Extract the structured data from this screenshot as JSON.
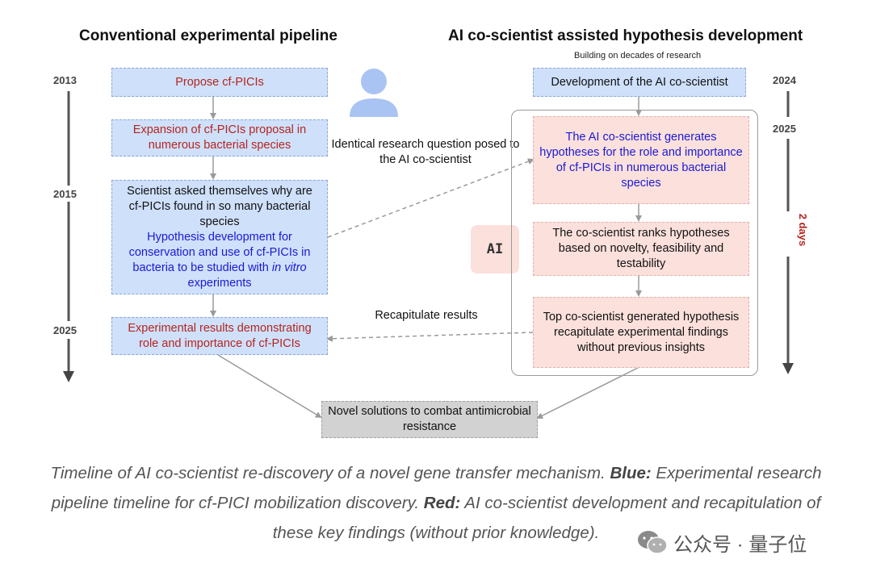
{
  "headings": {
    "left": "Conventional experimental pipeline",
    "right": "AI co-scientist assisted hypothesis development",
    "right_sub": "Building on decades of research"
  },
  "left_years": [
    "2013",
    "2015",
    "2025"
  ],
  "right_years": [
    "2024",
    "2025"
  ],
  "duration_label": "2 days",
  "left_boxes": {
    "propose": "Propose cf-PICIs",
    "expansion": "Expansion of cf-PICIs proposal in numerous bacterial species",
    "scientist_q": "Scientist asked themselves why are cf-PICIs found in so many bacterial species",
    "hypothesis_a": "Hypothesis development for conservation and use of cf-PICIs in bacteria to be studied with ",
    "hypothesis_em": "in vitro",
    "hypothesis_b": " experiments",
    "results": "Experimental results demonstrating role and importance of cf-PICIs"
  },
  "right_boxes": {
    "development": "Development of the AI co-scientist",
    "generates": "The AI co-scientist generates hypotheses for the role and importance of cf-PICIs in numerous bacterial species",
    "ranks": "The co-scientist ranks hypotheses based on novelty, feasibility and testability",
    "top": "Top co-scientist generated hypothesis recapitulate experimental findings without previous insights"
  },
  "ai_badge": "AI",
  "labels": {
    "question": "Identical research question posed to the AI co-scientist",
    "recap": "Recapitulate results"
  },
  "bottom_box": "Novel solutions to combat antimicrobial resistance",
  "caption": {
    "p1": "Timeline of AI co-scientist re-discovery of a novel gene transfer mechanism. ",
    "blue_label": "Blue:",
    "p2": " Experimental research pipeline timeline for cf-PICI mobilization discovery. ",
    "red_label": "Red:",
    "p3": " AI co-scientist development and recapitulation of these key findings (without prior knowledge)."
  },
  "watermark": "公众号 · 量子位",
  "icons": [
    "person-icon",
    "wechat-icon"
  ],
  "colors": {
    "blue_box": "#cfe0fb",
    "pink_box": "#fbe0dc",
    "gray_box": "#d2d2d2",
    "red_text": "#b3261e",
    "blue_text": "#1a1ad6"
  }
}
